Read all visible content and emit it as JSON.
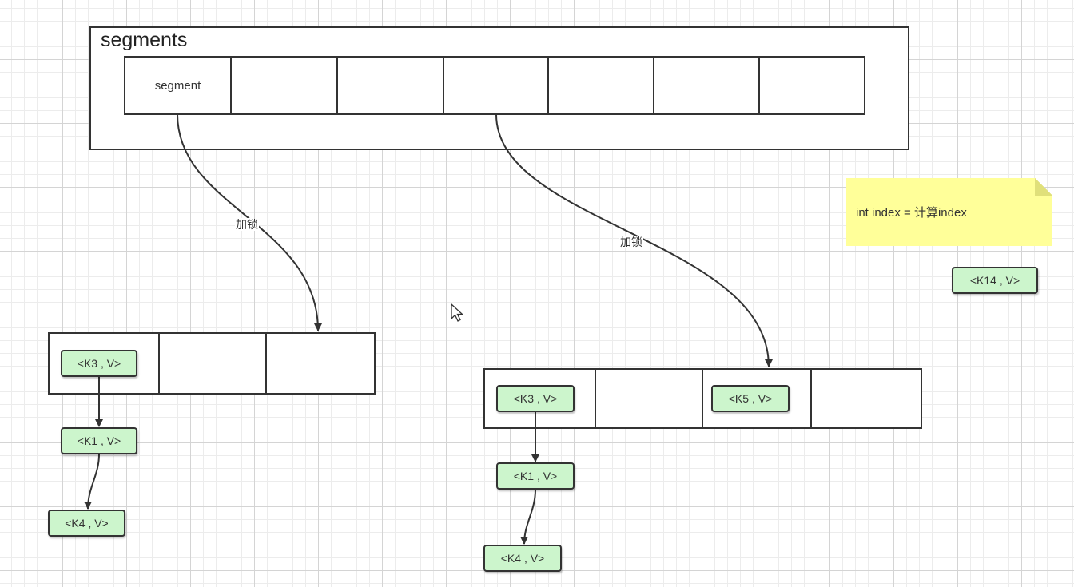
{
  "segments_container": {
    "title": "segments",
    "first_cell_label": "segment"
  },
  "edges": {
    "lock_label_left": "加锁",
    "lock_label_right": "加锁"
  },
  "note": {
    "text": "int index = 计算index"
  },
  "entries": {
    "left_bucket_head": "<K3 , V>",
    "left_chain_1": "<K1 , V>",
    "left_chain_2": "<K4 , V>",
    "right_bucket_head": "<K3 , V>",
    "right_bucket_third": "<K5 , V>",
    "right_chain_1": "<K1 , V>",
    "right_chain_2": "<K4 , V>",
    "floating": "<K14 , V>"
  },
  "colors": {
    "entry_fill": "#ccf5cc",
    "note_fill": "#ffff99",
    "stroke": "#333333"
  },
  "icons": {
    "cursor": "mouse-pointer-icon"
  }
}
